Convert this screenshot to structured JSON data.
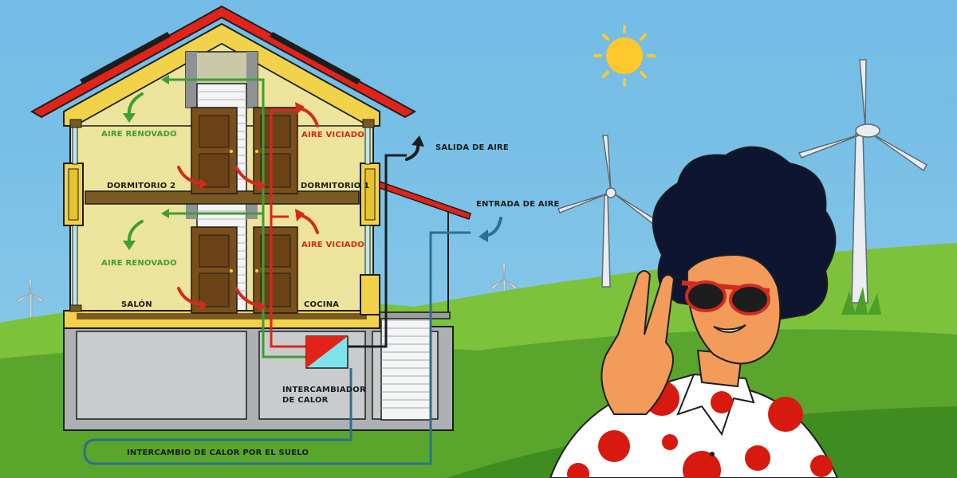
{
  "labels": {
    "aire_renovado_top": "AIRE RENOVADO",
    "aire_viciado_top": "AIRE VICIADO",
    "dormitorio_2": "DORMITORIO 2",
    "dormitorio_1": "DORMITORIO 1",
    "salida_de_aire": "SALIDA DE AIRE",
    "entrada_de_aire": "ENTRADA DE AIRE",
    "aire_renovado_bottom": "AIRE RENOVADO",
    "aire_viciado_bottom": "AIRE VICIADO",
    "salon": "SALÓN",
    "cocina": "COCINA",
    "intercambiador_line1": "INTERCAMBIADOR",
    "intercambiador_line2": "DE CALOR",
    "intercambio_suelo": "INTERCAMBIO DE CALOR POR EL SUELO"
  },
  "colors": {
    "sky": "#7ec3e6",
    "grass": "#66b32e",
    "house_wall": "#ece49c",
    "roof": "#e2231a",
    "fresh_air": "#3f9d34",
    "stale_air": "#d42a1e",
    "ground_loop": "#2f6f8f",
    "sun": "#ffc82c"
  }
}
